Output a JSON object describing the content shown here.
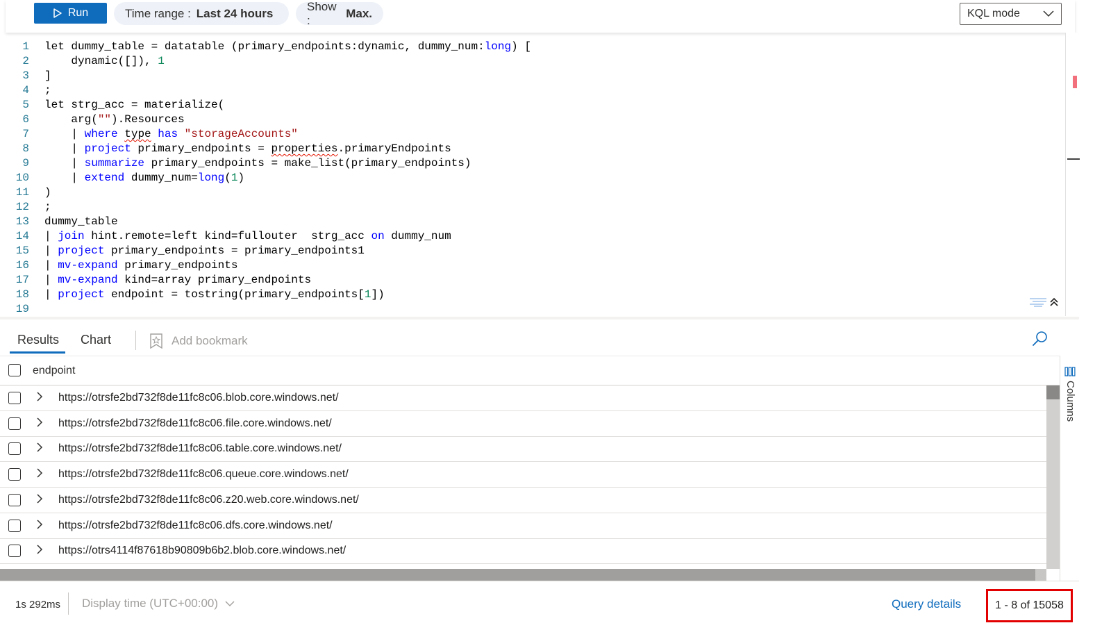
{
  "toolbar": {
    "run_label": "Run",
    "time_range_label": "Time range :",
    "time_range_value": "Last 24 hours",
    "show_label": "Show :",
    "show_value": "Max.",
    "mode_value": "KQL mode"
  },
  "editor": {
    "line_numbers": [
      "1",
      "2",
      "3",
      "4",
      "5",
      "6",
      "7",
      "8",
      "9",
      "10",
      "11",
      "12",
      "13",
      "14",
      "15",
      "16",
      "17",
      "18",
      "19"
    ],
    "lines": [
      "let dummy_table = datatable (primary_endpoints:dynamic, dummy_num:long) [",
      "    dynamic([]), 1",
      "]",
      ";",
      "let strg_acc = materialize(",
      "    arg(\"\").Resources",
      "    | where type has \"storageAccounts\"",
      "    | project primary_endpoints = properties.primaryEndpoints",
      "    | summarize primary_endpoints = make_list(primary_endpoints)",
      "    | extend dummy_num=long(1)",
      ")",
      ";",
      "dummy_table",
      "| join hint.remote=left kind=fullouter  strg_acc on dummy_num",
      "| project primary_endpoints = primary_endpoints1",
      "| mv-expand primary_endpoints",
      "| mv-expand kind=array primary_endpoints",
      "| project endpoint = tostring(primary_endpoints[1])",
      ""
    ]
  },
  "tabs": {
    "results": "Results",
    "chart": "Chart",
    "add_bookmark": "Add bookmark"
  },
  "grid": {
    "column_header": "endpoint",
    "rows": [
      "https://otrsfe2bd732f8de11fc8c06.blob.core.windows.net/",
      "https://otrsfe2bd732f8de11fc8c06.file.core.windows.net/",
      "https://otrsfe2bd732f8de11fc8c06.table.core.windows.net/",
      "https://otrsfe2bd732f8de11fc8c06.queue.core.windows.net/",
      "https://otrsfe2bd732f8de11fc8c06.z20.web.core.windows.net/",
      "https://otrsfe2bd732f8de11fc8c06.dfs.core.windows.net/",
      "https://otrs4114f87618b90809b6b2.blob.core.windows.net/"
    ],
    "columns_panel_label": "Columns"
  },
  "status": {
    "elapsed": "1s 292ms",
    "display_time": "Display time (UTC+00:00)",
    "query_details": "Query details",
    "page_count": "1 - 8 of 15058"
  },
  "colors": {
    "accent": "#0f6cbd",
    "keyword": "#0000ff",
    "string": "#a31515",
    "number": "#098658",
    "highlight_box": "#e30000"
  }
}
